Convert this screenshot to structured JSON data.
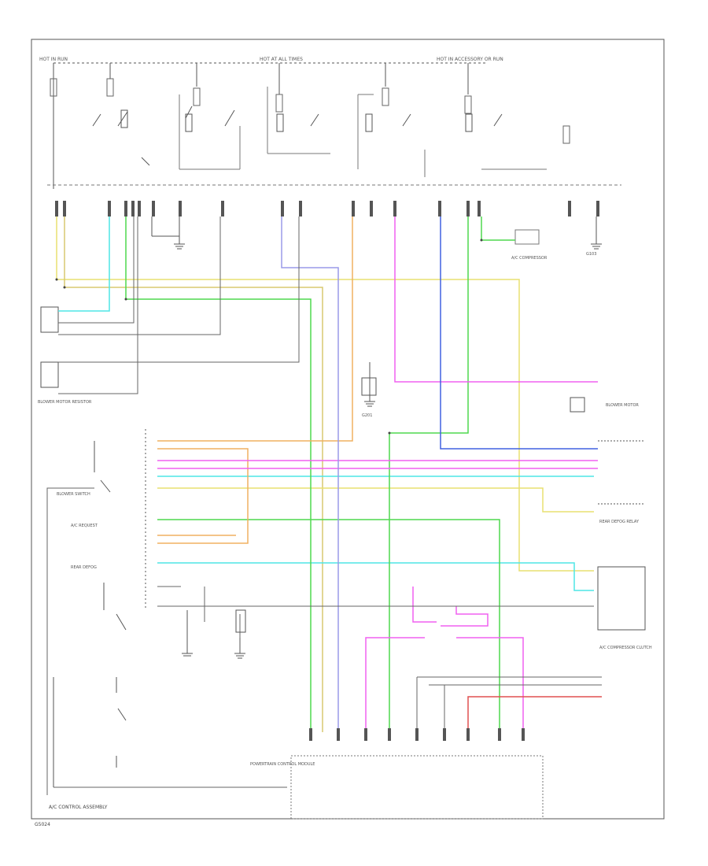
{
  "colors": {
    "frame": "#444444",
    "wire_black": "#555555",
    "wire_gray": "#8a8a8a",
    "yellow": "#e8e070",
    "cyan": "#4fe6e6",
    "green": "#4fd94f",
    "light_green": "#7fe07f",
    "orange": "#f0b060",
    "pink": "#f060f0",
    "blue": "#4060e0",
    "purple": "#9a9ae8",
    "red": "#e05050",
    "tan": "#d8c870"
  },
  "header": {
    "left": "HOT IN RUN",
    "center": "HOT AT ALL TIMES",
    "right": "HOT IN ACCESSORY OR RUN"
  },
  "footer": {
    "assembly": "A/C CONTROL ASSEMBLY",
    "page_code": "G5024"
  },
  "components": {
    "resistor_left": "BLOWER MOTOR RESISTOR",
    "blower_switch": "BLOWER SWITCH",
    "ac_request": "A/C REQUEST",
    "rear_defog": "REAR DEFOG",
    "ac_comp": "A/C COMPRESSOR",
    "blower_motor": "BLOWER MOTOR",
    "ground_right": "G103",
    "defog_relay": "REAR DEFOG RELAY",
    "ac_clutch": "A/C COMPRESSOR CLUTCH",
    "pcm": "POWERTRAIN CONTROL MODULE",
    "ground_g201": "G201"
  }
}
